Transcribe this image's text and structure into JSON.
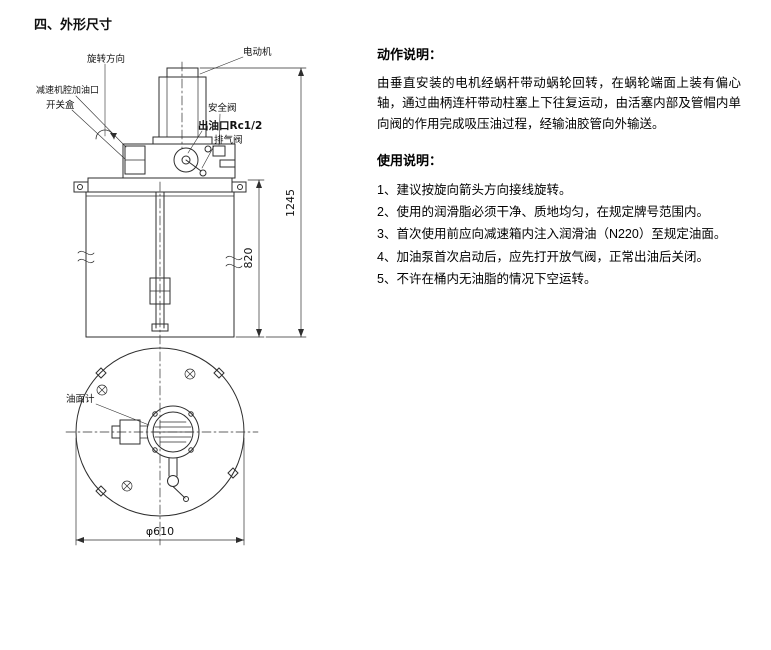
{
  "heading": "四、外形尺寸",
  "diagram": {
    "labels": {
      "rotation_direction": "旋转方向",
      "motor": "电动机",
      "reducer_fill_port": "减速机腔加油口",
      "switch_box": "开关盒",
      "safety_valve": "安全阀",
      "oil_outlet": "出油口Rc1/2",
      "exhaust_valve": "排气阀",
      "oil_level_gauge": "油面计"
    },
    "dimensions": {
      "total_height": "1245",
      "barrel_height": "820",
      "barrel_diameter": "φ610"
    }
  },
  "action": {
    "title": "动作说明：",
    "body": "由垂直安装的电机经蜗杆带动蜗轮回转，在蜗轮端面上装有偏心轴，通过曲柄连杆带动柱塞上下往复运动，由活塞内部及管帽内单向阀的作用完成吸压油过程，经输油胶管向外输送。"
  },
  "usage": {
    "title": "使用说明：",
    "items": [
      "1、建议按旋向箭头方向接线旋转。",
      "2、使用的润滑脂必须干净、质地均匀，在规定牌号范围内。",
      "3、首次使用前应向减速箱内注入润滑油（N220）至规定油面。",
      "4、加油泵首次启动后，应先打开放气阀，正常出油后关闭。",
      "5、不许在桶内无油脂的情况下空运转。"
    ]
  }
}
